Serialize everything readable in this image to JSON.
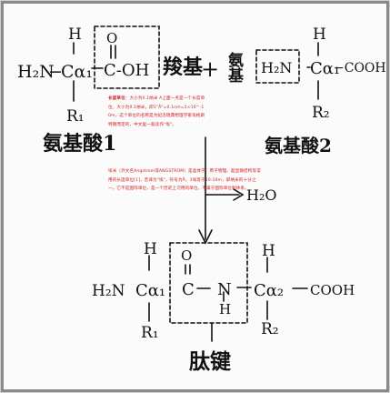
{
  "top_left": {
    "H": "H",
    "O": "O",
    "H2N": "H₂N",
    "dash1": "−",
    "C_alpha": "Cα₁",
    "C_OH": "C-OH",
    "R": "R₁",
    "group_label": "羧基",
    "name": "氨基酸1"
  },
  "plus": "+",
  "top_right": {
    "group_label": "氨基",
    "H2N": "H₂N",
    "H": "H",
    "C_alpha": "Cα₁",
    "COOH": "−COOH",
    "R": "R₂",
    "name": "氨基酸2"
  },
  "water": "H₂O",
  "bottom": {
    "H1": "H",
    "O": "O",
    "H2": "H",
    "H2N": "H₂N",
    "C_alpha1": "Cα₁",
    "C": "C",
    "N": "N",
    "H_n": "H",
    "C_alpha2": "Cα₂",
    "COOH": "COOH",
    "R1": "R₁",
    "R2": "R₂",
    "bond_label": "肽键"
  },
  "notes": {
    "note_a_bold": "长度单位",
    "note_a_rest": "：大小为0.1纳米 A上面一点是一个长度单位，大小为0.1纳米，即1\"Å\"=0.1nm=1×10^-10m，这个单位的名称是为纪念瑞典物理学家埃格斯特朗而定的，中文里一般读作\"埃\"。",
    "note_b": "埃米（外文名Angstrom或ANGSTROM）是晶体学、原子物理、超显微结构等常用的长度单位[1]，音译为\"埃\"，符号为Å，1埃等于10-10m，即纳米的十分之一。它不是国际单位，是一个历史上习用的单位，不属于国际单位制体系。"
  },
  "colors": {
    "ink": "#111111",
    "note": "#d21a1a",
    "frame": "#8a8a8a"
  }
}
